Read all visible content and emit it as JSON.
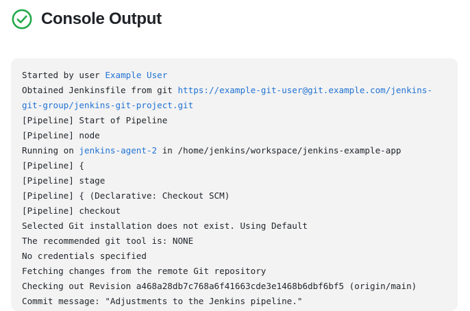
{
  "header": {
    "title": "Console Output",
    "status_icon": "check-circle-icon",
    "status_color": "#23a94b"
  },
  "theme": {
    "page_background": "#ffffff",
    "panel_background": "#f3f3f3",
    "text_color": "#21252b",
    "muted_text_color": "#a8a8a8",
    "link_color": "#2273d4",
    "success_color": "#23a94b"
  },
  "console": {
    "lines": [
      {
        "id": "line-started-by-user",
        "muted": false,
        "segments": [
          {
            "text": "Started by user ",
            "style": "plain"
          },
          {
            "text": "Example User",
            "style": "link"
          }
        ]
      },
      {
        "id": "line-obtained-jenkinsfile",
        "muted": false,
        "segments": [
          {
            "text": "Obtained Jenkinsfile from git ",
            "style": "plain"
          },
          {
            "text": "https://example-git-user@git.example.com/jenkins-git-group/jenkins-git-project.git",
            "style": "link"
          }
        ]
      },
      {
        "id": "line-pipeline-start",
        "muted": true,
        "segments": [
          {
            "text": "[Pipeline] Start of Pipeline",
            "style": "plain"
          }
        ]
      },
      {
        "id": "line-pipeline-node",
        "muted": true,
        "segments": [
          {
            "text": "[Pipeline] node",
            "style": "plain"
          }
        ]
      },
      {
        "id": "line-running-on",
        "muted": false,
        "segments": [
          {
            "text": "Running on ",
            "style": "plain"
          },
          {
            "text": "jenkins-agent-2",
            "style": "link"
          },
          {
            "text": " in /home/jenkins/workspace/jenkins-example-app",
            "style": "plain"
          }
        ]
      },
      {
        "id": "line-pipeline-open-brace",
        "muted": true,
        "segments": [
          {
            "text": "[Pipeline] {",
            "style": "plain"
          }
        ]
      },
      {
        "id": "line-pipeline-stage",
        "muted": true,
        "segments": [
          {
            "text": "[Pipeline] stage",
            "style": "plain"
          }
        ]
      },
      {
        "id": "line-pipeline-declarative-checkout",
        "muted": true,
        "segments": [
          {
            "text": "[Pipeline] { (Declarative: Checkout SCM)",
            "style": "plain"
          }
        ]
      },
      {
        "id": "line-pipeline-checkout",
        "muted": true,
        "segments": [
          {
            "text": "[Pipeline] checkout",
            "style": "plain"
          }
        ]
      },
      {
        "id": "line-selected-git-installation",
        "muted": false,
        "segments": [
          {
            "text": "Selected Git installation does not exist. Using Default",
            "style": "plain"
          }
        ]
      },
      {
        "id": "line-recommended-git-tool",
        "muted": false,
        "segments": [
          {
            "text": "The recommended git tool is: NONE",
            "style": "plain"
          }
        ]
      },
      {
        "id": "line-no-credentials",
        "muted": false,
        "segments": [
          {
            "text": "No credentials specified",
            "style": "plain"
          }
        ]
      },
      {
        "id": "line-fetching-changes",
        "muted": false,
        "segments": [
          {
            "text": "Fetching changes from the remote Git repository",
            "style": "plain"
          }
        ]
      },
      {
        "id": "line-checking-out-revision",
        "muted": false,
        "segments": [
          {
            "text": "Checking out Revision a468a28db7c768a6f41663cde3e1468b6dbf6bf5 (origin/main)",
            "style": "plain"
          }
        ]
      },
      {
        "id": "line-commit-message",
        "muted": false,
        "segments": [
          {
            "text": "Commit message: \"Adjustments to the Jenkins pipeline.\"",
            "style": "plain"
          }
        ]
      }
    ]
  }
}
